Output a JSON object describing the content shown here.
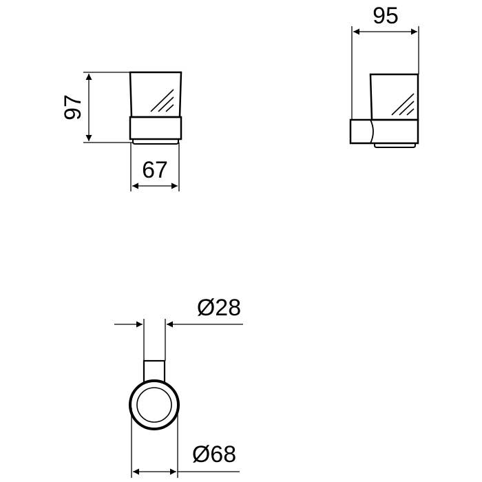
{
  "drawing": {
    "subject": "tumbler holder technical drawing",
    "units": "mm",
    "line_color": "#000000",
    "background": "#ffffff"
  },
  "views": {
    "front": {
      "height_label": "97",
      "width_label": "67"
    },
    "side": {
      "depth_label": "95"
    },
    "top": {
      "wall_mount_diameter_label": "Ø28",
      "cup_diameter_label": "Ø68"
    }
  }
}
